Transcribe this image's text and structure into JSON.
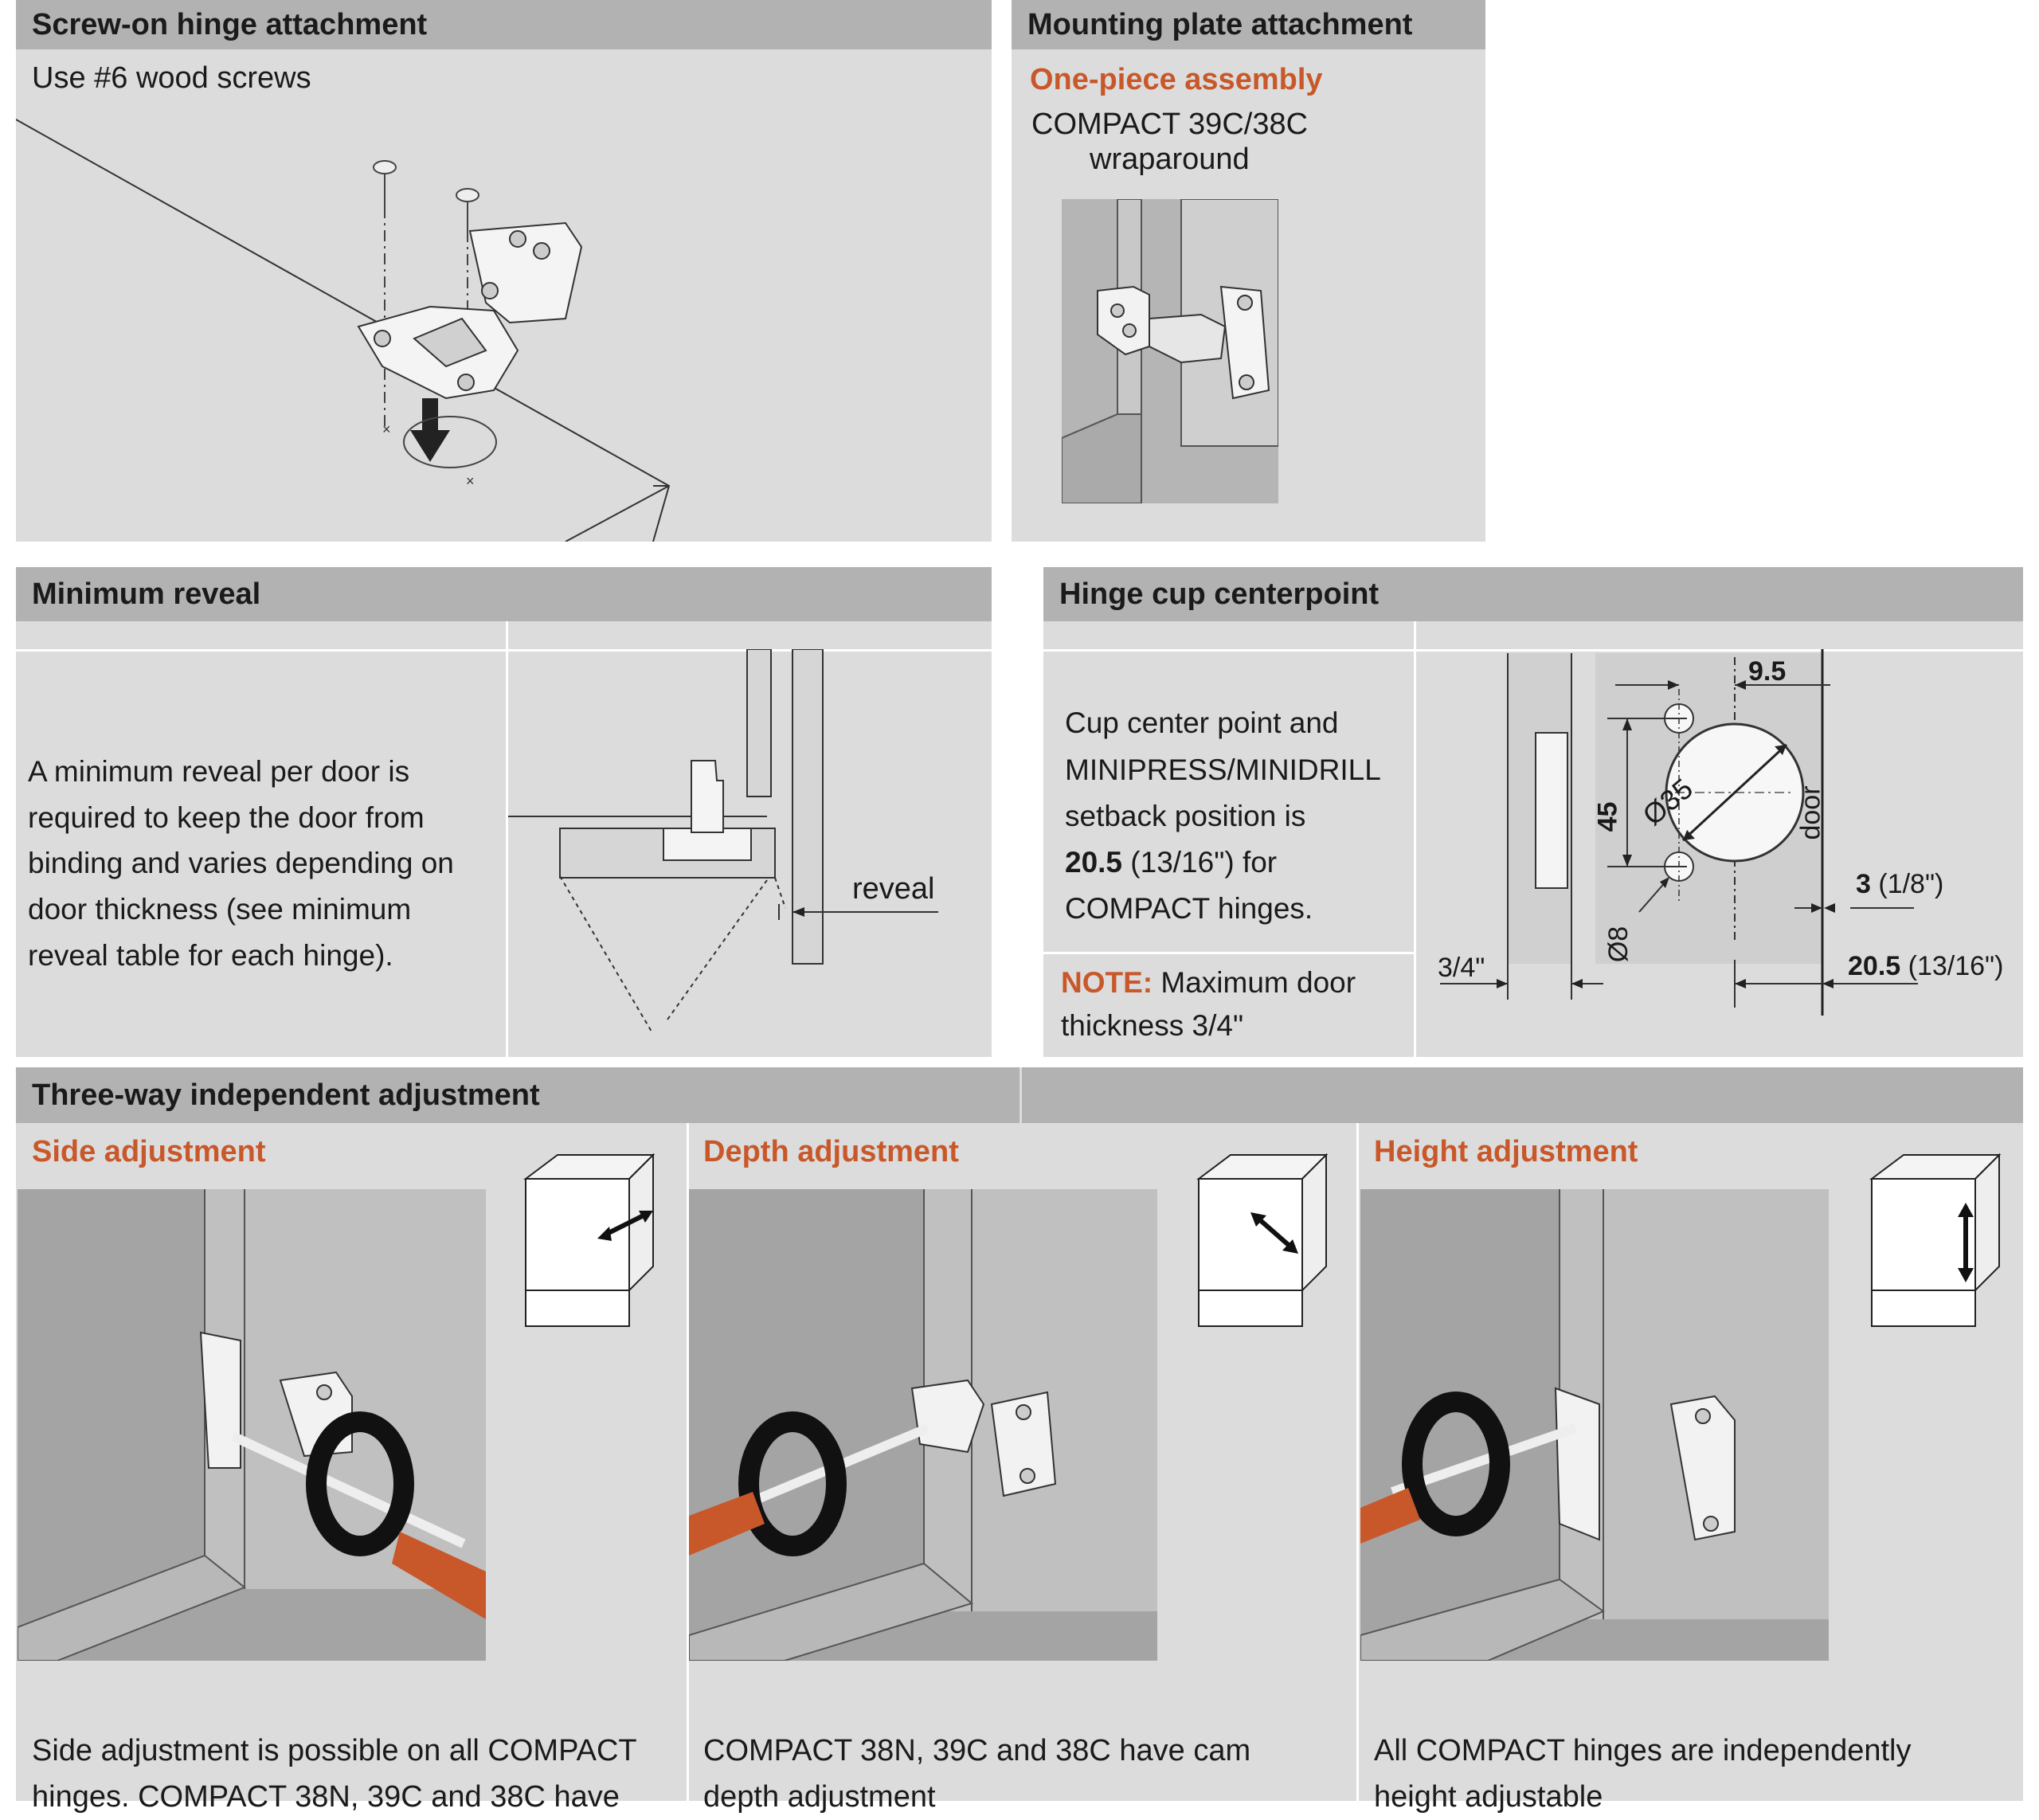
{
  "screw": {
    "title": "Screw-on hinge attachment",
    "note": "Use #6 wood screws"
  },
  "mounting": {
    "title": "Mounting plate attachment",
    "subtitle": "One-piece assembly",
    "model": "COMPACT 39C/38C",
    "model2": "wraparound"
  },
  "reveal": {
    "title": "Minimum reveal",
    "body": "A minimum reveal per door is required to keep the door from binding and varies depending on door thickness (see minimum reveal table for each hinge).",
    "label": "reveal"
  },
  "cup": {
    "title": "Hinge cup centerpoint",
    "line1": "Cup center point and",
    "line2": "MINIPRESS/MINIDRILL",
    "line3": "setback position is",
    "line4_bold": "20.5",
    "line4_rest": " (13/16\") for",
    "line5": "COMPACT hinges.",
    "note_label": "NOTE:",
    "note_text": " Maximum door",
    "note_text2": "thickness 3/4\"",
    "dims": {
      "d95": "9.5",
      "d45": "45",
      "d35": "Ø35",
      "d8": "Ø8",
      "door": "door",
      "d3_bold": "3",
      "d3_rest": " (1/8\")",
      "d34": "3/4\"",
      "d205_bold": "20.5",
      "d205_rest": " (13/16\")"
    }
  },
  "adjust": {
    "title": "Three-way independent adjustment",
    "side": {
      "title": "Side adjustment",
      "body1": "Side adjustment is possible on all COMPACT",
      "body2": "hinges. COMPACT 38N, 39C and 38C have"
    },
    "depth": {
      "title": "Depth adjustment",
      "body1": "COMPACT 38N, 39C and 38C have cam",
      "body2": "depth adjustment"
    },
    "height": {
      "title": "Height adjustment",
      "body1": "All COMPACT hinges are independently",
      "body2": "height adjustable"
    }
  },
  "colors": {
    "accent": "#c8582a",
    "header": "#b2b2b2",
    "panel": "#dcdcdc",
    "screwdriver": "#c8582a"
  }
}
